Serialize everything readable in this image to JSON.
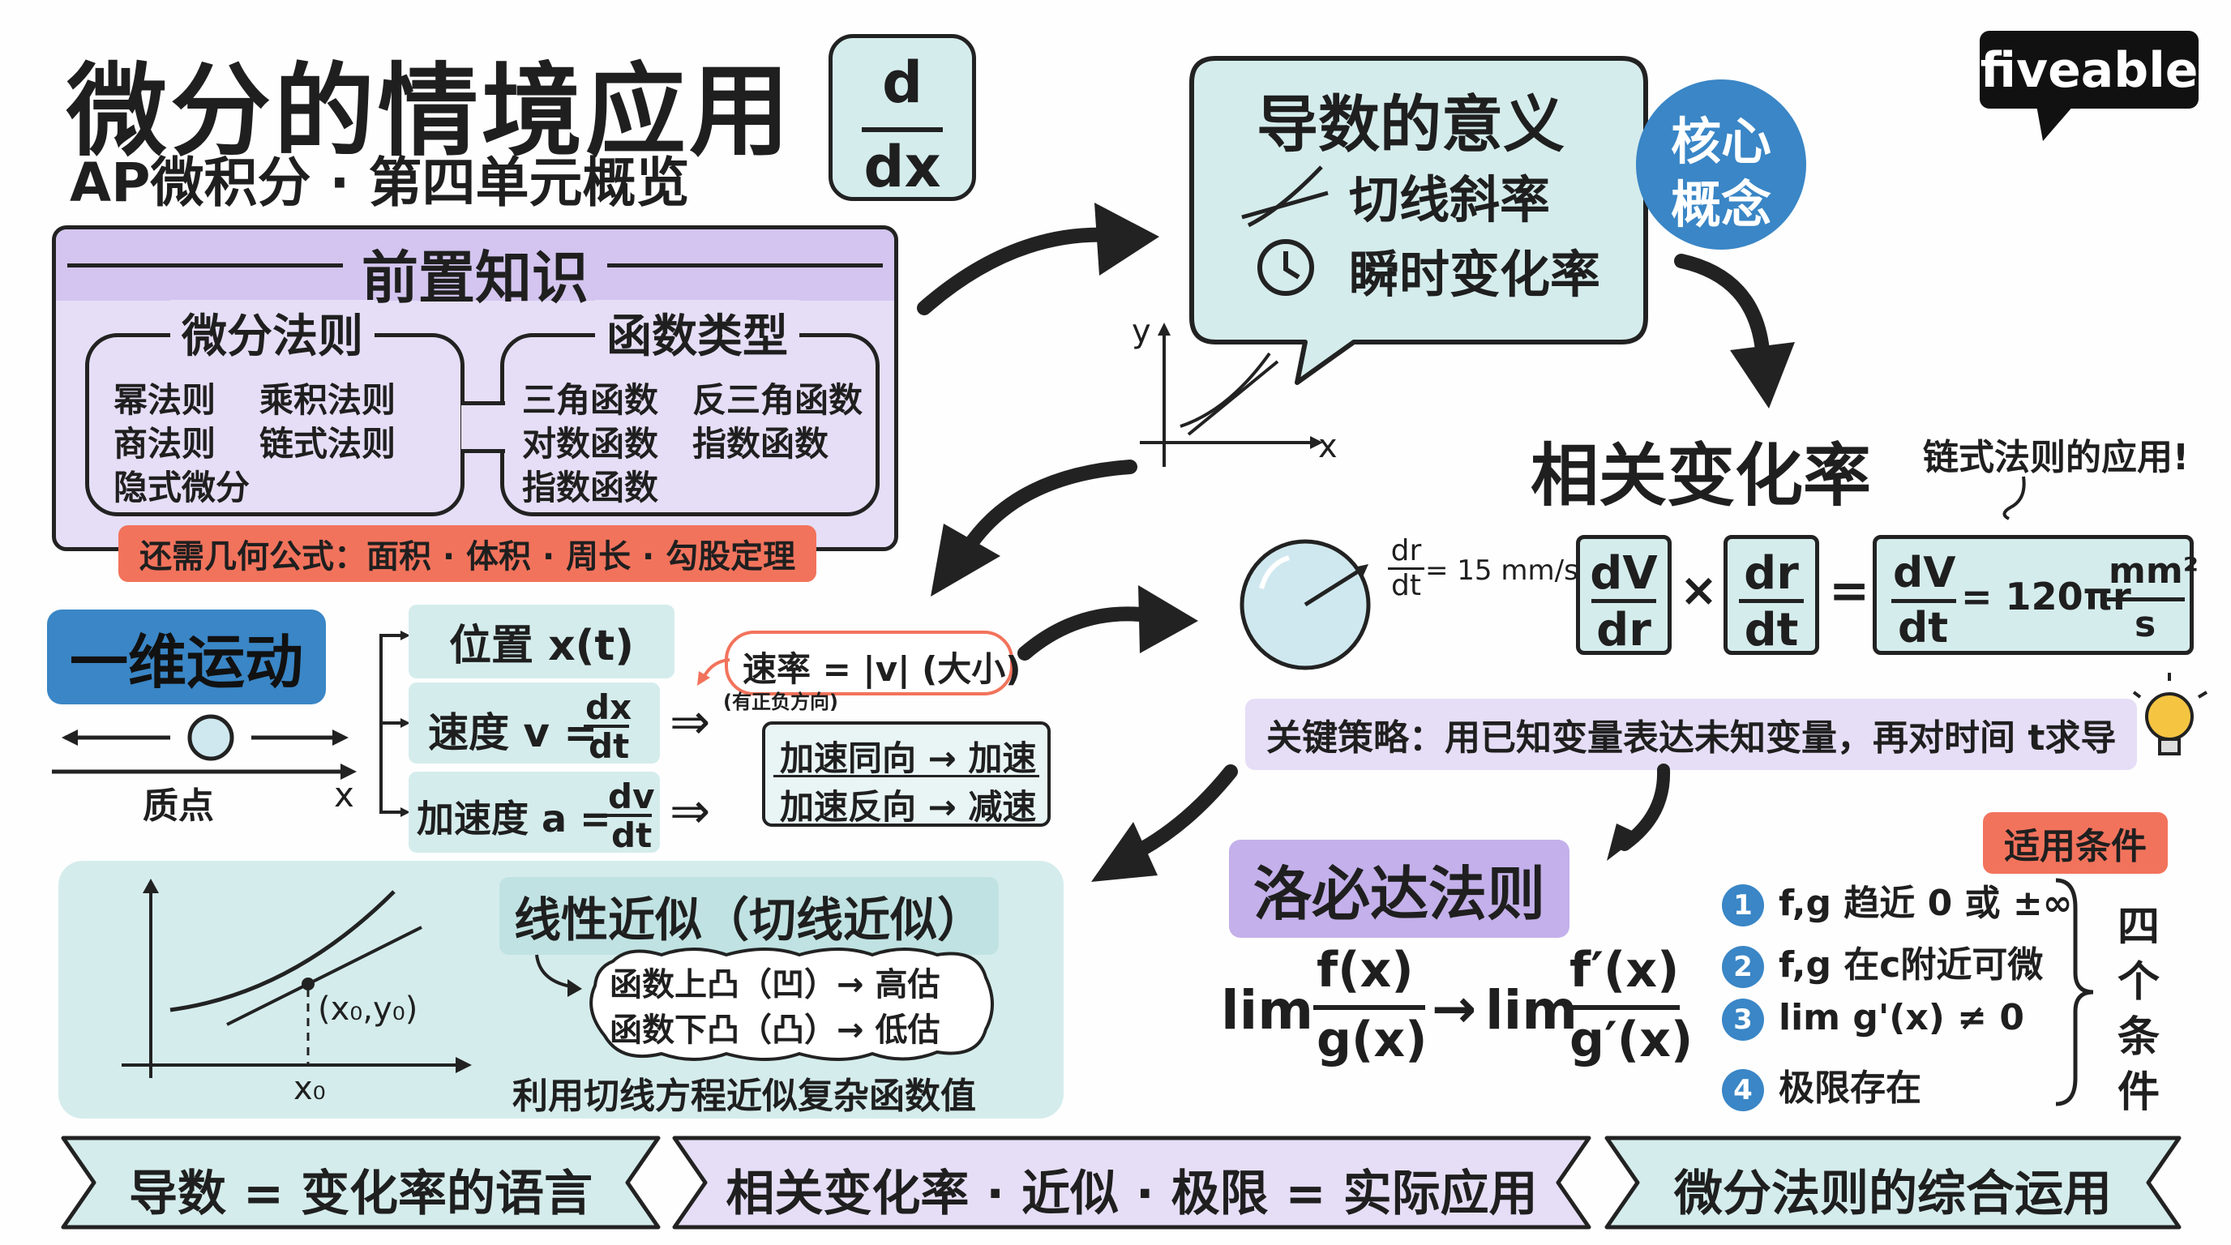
{
  "header": {
    "title": "微分的情境应用",
    "subtitle": "AP微积分 · 第四单元概览",
    "badge_num": "d",
    "badge_den": "dx"
  },
  "brand": {
    "logo": "fiveable"
  },
  "prior_knowledge": {
    "title": "前置知识",
    "rules_title": "微分法则",
    "rules": [
      "幂法则",
      "乘积法则",
      "商法则",
      "链式法则",
      "隐式微分"
    ],
    "types_title": "函数类型",
    "types": [
      "三角函数",
      "反三角函数",
      "对数函数",
      "指数函数",
      "指数函数"
    ],
    "geometry_note": "还需几何公式：面积 · 体积 · 周长 · 勾股定理"
  },
  "meaning": {
    "title": "导数的意义",
    "item1": "切线斜率",
    "item2": "瞬时变化率",
    "core_badge_line1": "核心",
    "core_badge_line2": "概念",
    "graph_y": "y",
    "graph_x": "x"
  },
  "related_rates": {
    "title": "相关变化率",
    "note": "链式法则的应用!",
    "rate_num": "dr",
    "rate_den": "dt",
    "rate_value": "= 15 mm/s",
    "f1_num": "dV",
    "f1_den": "dr",
    "times": "×",
    "f2_num": "dr",
    "f2_den": "dt",
    "equals": "=",
    "r_num": "dV",
    "r_den": "dt",
    "r_value": "= 120πr",
    "unit_num": "mm²",
    "unit_den": "s",
    "strategy": "关键策略：用已知变量表达未知变量，再对时间 t求导"
  },
  "motion": {
    "title": "一维运动",
    "particle": "质点",
    "axis_x": "x",
    "position": "位置 x(t)",
    "velocity_label": "速度 v =",
    "v_num": "dx",
    "v_den": "dt",
    "accel_label": "加速度 a =",
    "a_num": "dv",
    "a_den": "dt",
    "speed": "速率 = |v| (大小)",
    "speed_note": "(有正负方向)",
    "same_dir": "加速同向 → 加速",
    "opp_dir": "加速反向 → 减速",
    "arrow": "⇒"
  },
  "linear": {
    "title": "线性近似（切线近似）",
    "point": "(x₀,y₀)",
    "x0": "x₀",
    "concave_up": "函数上凸（凹）→ 高估",
    "concave_down": "函数下凸（凸）→ 低估",
    "caption": "利用切线方程近似复杂函数值"
  },
  "lhopital": {
    "title": "洛必达法则",
    "lim": "lim",
    "f": "f(x)",
    "g": "g(x)",
    "arrow": "→",
    "fp": "f′(x)",
    "gp": "g′(x)",
    "cond_title": "适用条件",
    "conditions": [
      {
        "n": "1",
        "text": "f,g 趋近 0 或 ±∞"
      },
      {
        "n": "2",
        "text": "f,g 在c附近可微"
      },
      {
        "n": "3",
        "text": "lim g'(x) ≠ 0"
      },
      {
        "n": "4",
        "text": "极限存在"
      }
    ],
    "four": "四个条件"
  },
  "banners": {
    "b1": "导数 = 变化率的语言",
    "b2": "相关变化率 · 近似 · 极限 = 实际应用",
    "b3": "微分法则的综合运用"
  },
  "colors": {
    "lilac": "#e6def6",
    "teal": "#d5ecec",
    "purple": "#c4b0ea",
    "blue": "#2f76b4",
    "orange": "#f2735c",
    "sphere": "#cfe8ef"
  }
}
